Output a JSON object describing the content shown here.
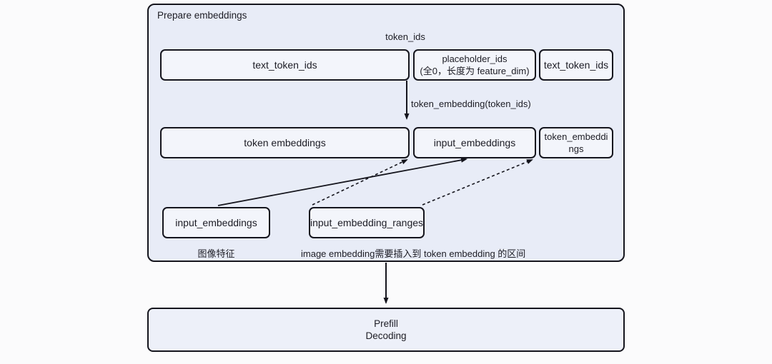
{
  "colors": {
    "page-bg": "#fbfbfc",
    "panel-bg": "#e8ecf7",
    "box-bg": "#f3f5fb",
    "line": "#15151d",
    "text": "#1c1c24"
  },
  "panel": {
    "title": "Prepare embeddings",
    "top_label": "token_ids",
    "row1": [
      {
        "label": "text_token_ids"
      },
      {
        "label": "placeholder_ids",
        "sublabel": "(全0，长度为 feature_dim)"
      },
      {
        "label": "text_token_ids"
      }
    ],
    "transform_arrow_label": "token_embedding(token_ids)",
    "row2": [
      {
        "label": "token embeddings"
      },
      {
        "label": "input_embeddings"
      },
      {
        "label": "token_embeddings"
      }
    ],
    "bottom_boxes": [
      {
        "label": "input_embeddings",
        "caption": "图像特征"
      },
      {
        "label": "input_embedding_ranges",
        "caption": "image embedding需要插入到 token embedding 的区间"
      }
    ]
  },
  "prefill_box": {
    "line1": "Prefill",
    "line2": "Decoding"
  }
}
